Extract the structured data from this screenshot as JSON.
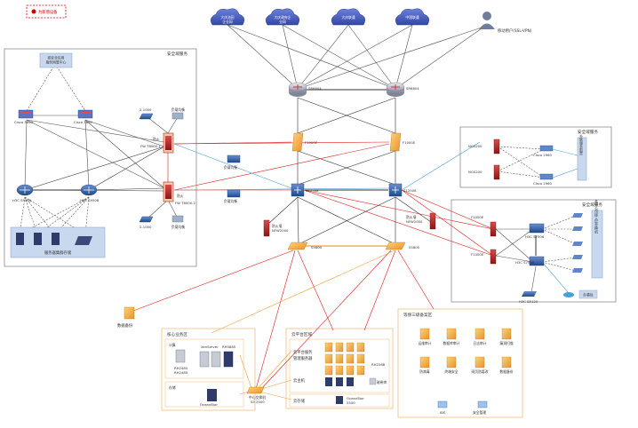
{
  "legend": {
    "label": "为新增设备",
    "color": "#cc0000"
  },
  "colors": {
    "line_gray": "#7f7f7f",
    "line_dark": "#333333",
    "line_red": "#e11b1b",
    "line_blue": "#4a9fd8",
    "line_orange": "#f0a23a",
    "cloud": "#4b63c8",
    "router": "#8a8fa0",
    "switch_blue": "#2f5fa6",
    "firewall_red": "#b3232b",
    "orange_box": "#f4b13d",
    "zone_border": "#8c8c8c",
    "orange_border": "#f3c58a",
    "panel_blue": "#b9cde8"
  },
  "clouds": [
    {
      "label1": "大庆油田",
      "label2": "企业网"
    },
    {
      "label1": "大庆政府企",
      "label2": "业网"
    },
    {
      "label1": "大庆联通",
      "label2": ""
    },
    {
      "label1": "中国联通",
      "label2": ""
    }
  ],
  "remote_user": {
    "label": "移动用户(SSL-VPN)",
    "icon": "user-icon"
  },
  "core_routers": [
    {
      "label": "SR6604"
    },
    {
      "label": "SR6604"
    }
  ],
  "core_firewalls": [
    {
      "label": "F1000E"
    },
    {
      "label": "F1000E"
    }
  ],
  "core_switches": [
    {
      "label": "S12508"
    },
    {
      "label": "S12508"
    }
  ],
  "fw_left": [
    {
      "label1": "防火墙",
      "label2": "NFW2000"
    }
  ],
  "fw_right": [
    {
      "label1": "防火墙",
      "label2": "NFW2000"
    }
  ],
  "distribution": [
    {
      "label": "S5800"
    },
    {
      "label": "S5800"
    }
  ],
  "left_zone": {
    "title": "安全域服务",
    "top_panel": {
      "line1": "核安全应用",
      "line2": "服务网管中心"
    },
    "devices": {
      "cisco_left": "Cisco 3690",
      "cisco_right": "Cisco 3690",
      "h3c_left": "H3C S9508",
      "h3c_right": "H3C S9508",
      "fw_top": "FW T8000-1",
      "fw_top_tag": "防火",
      "fw_bottom": "FW T8000-2",
      "fw_bottom_tag": "防火",
      "small_top_left": "2-1000",
      "small_top_right": "负载均衡",
      "small_bottom_left": "2-1000",
      "small_bottom_right": "负载均衡",
      "lb_top": "负载均衡",
      "lb_bottom": "负载均衡"
    },
    "storage_label": "服务器集群存储"
  },
  "right_top_zone": {
    "title": "安全域服务",
    "fw1": "NGS200",
    "fw2": "NGS200",
    "cisco1": "Cisco 2960",
    "cisco2": "Cisco 2960",
    "panel": "外联服务前置"
  },
  "right_bottom_zone": {
    "title": "安全域服务",
    "fw1": "F1000E",
    "fw2": "F1000E",
    "sw1": "H3C S7506",
    "sw2": "H3C S7506",
    "bottom_sw": "H3C S5120",
    "panel": "各分公司接入层交换机",
    "terminal": "办事处"
  },
  "link_labels": {
    "mid_top": "负载均衡",
    "mid_bottom": "负载均衡"
  },
  "data_backup": {
    "label": "数据备份"
  },
  "core_zone": {
    "title": "核心业务区",
    "compute_label": "计算",
    "storage_label": "存储",
    "server1": "RH2485",
    "server2": "RH5885",
    "server3": "RH2485",
    "server_group": "XenServer",
    "storage_box": "OceanStor"
  },
  "mid_switch": {
    "label1": "中心交换机",
    "label2": "S5 2000"
  },
  "cloud_zone": {
    "title": "云平台区域",
    "line1": "云平台服务",
    "line2": "管理服务器",
    "rack": "云主机",
    "storage": "云存储",
    "storage_box": "OceanStor",
    "storage_box2": "5500",
    "right_lbl1": "RH2288",
    "right_lbl2": "RH2288",
    "box_lbl": "磁带库"
  },
  "security_zone": {
    "title": "等保三级备案区",
    "items": [
      "运维审计",
      "数据库审计",
      "日志审计",
      "漏洞扫描",
      "防病毒",
      "终端安全",
      "网页防篡改",
      "数据备份"
    ],
    "bottom_items": [
      "IDS",
      "安全管理"
    ]
  }
}
